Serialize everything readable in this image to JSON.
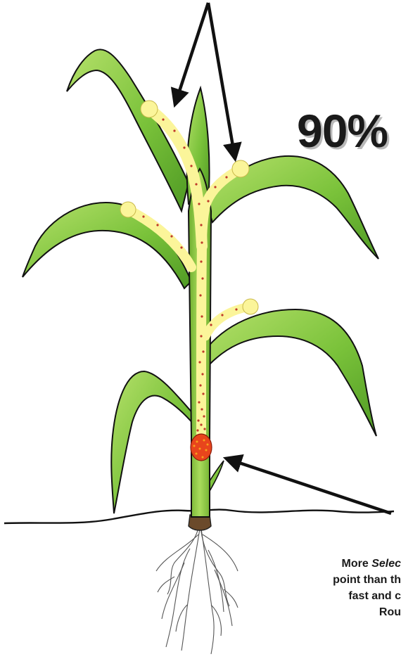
{
  "diagram": {
    "big_label": "90%",
    "caption": {
      "line1_prefix": "More ",
      "line1_italic": "Selec",
      "line2": "point than th",
      "line3": "fast and c",
      "line4": "Rou"
    },
    "colors": {
      "leaf": "#7ac23a",
      "leaf_dark": "#3f7d1c",
      "stem": "#8fcf45",
      "pathway": "#fbf59a",
      "growing_point": "#e8451c",
      "dots": "#c0392b",
      "soil_line": "#111111",
      "roots": "#5a5a5a"
    }
  }
}
